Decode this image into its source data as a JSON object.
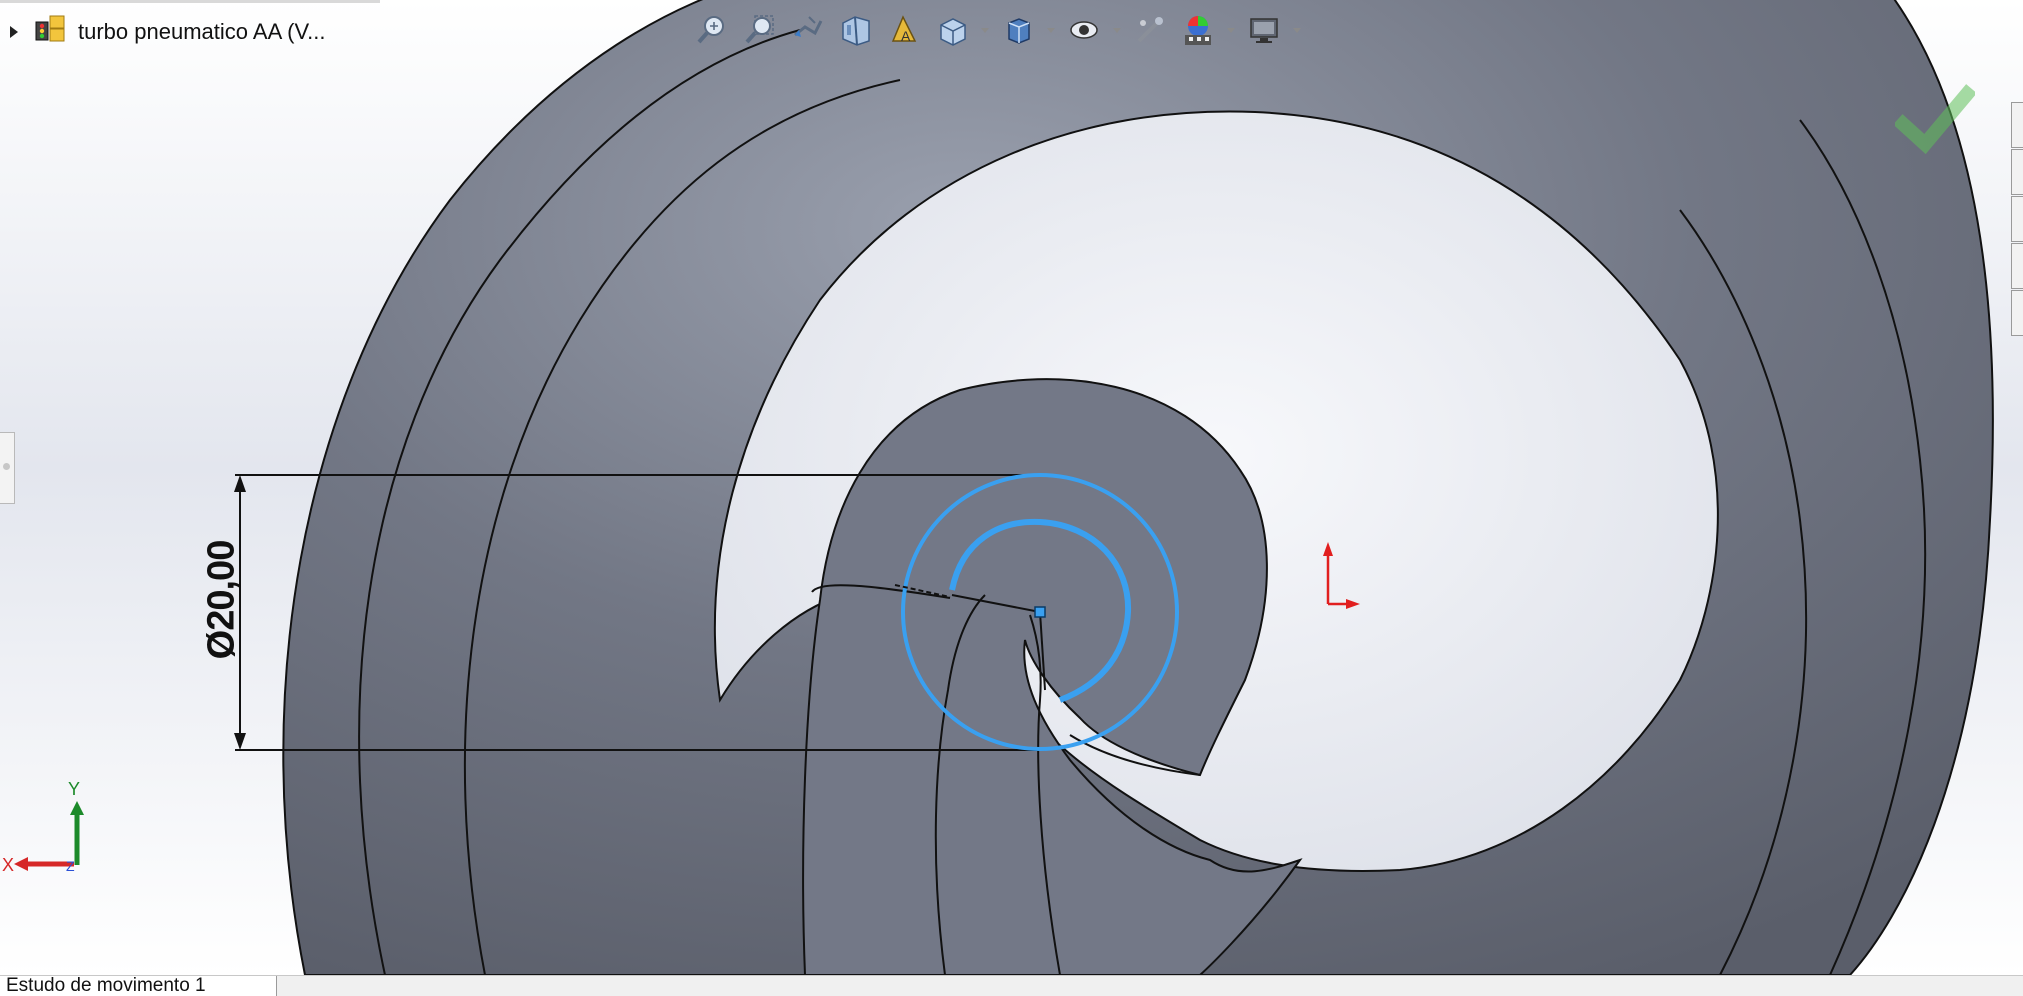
{
  "feature_tree": {
    "part_name": "turbo pneumatico AA  (V..."
  },
  "dimension": {
    "text": "Ø20,00"
  },
  "triad": {
    "y_label": "Y",
    "x_label": "X",
    "z_label": "Z"
  },
  "toolbar": {
    "items": [
      "zoom-to-fit-icon",
      "zoom-to-area-icon",
      "previous-view-icon",
      "section-view-icon",
      "dynamic-annotation-icon",
      "view-orientation-icon",
      "display-style-icon",
      "hide-show-items-icon",
      "edit-appearance-icon",
      "apply-scene-icon",
      "view-settings-icon"
    ]
  },
  "motion_tab": {
    "label": "Estudo de movimento 1"
  },
  "colors": {
    "spring_body": "#6e7383",
    "sketch_blue": "#3aa0f0",
    "origin_red": "#e11f1f",
    "confirm_green": "#5fbf5a"
  }
}
